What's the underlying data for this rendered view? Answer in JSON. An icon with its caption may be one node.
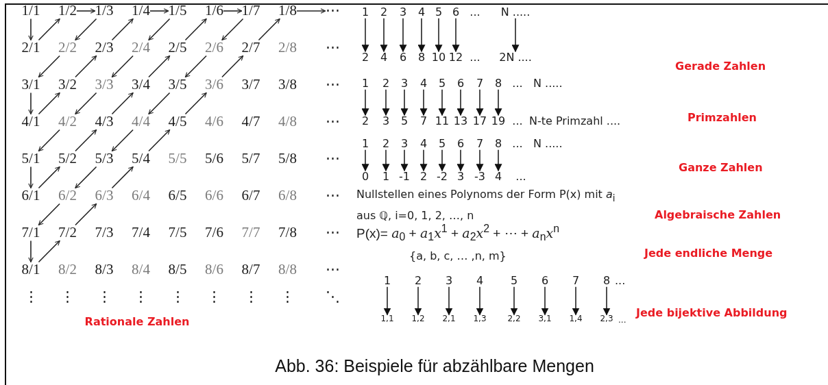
{
  "diagram": {
    "caption": "Abb. 36: Beispiele für abzählbare Mengen",
    "nodes": [
      {
        "text": [
          "1/1"
        ]
      },
      {
        "text": [
          "1/2"
        ]
      },
      {
        "text": [
          "1/3"
        ]
      },
      {
        "text": [
          "1/4"
        ]
      },
      {
        "text": [
          "1/5"
        ]
      },
      {
        "text": [
          "1/6"
        ]
      },
      {
        "text": [
          "1/7"
        ]
      },
      {
        "text": [
          "1/8"
        ]
      },
      {
        "text": [
          "2/1"
        ]
      },
      {
        "text": [
          "2/2"
        ]
      },
      {
        "text": [
          "2/3"
        ]
      },
      {
        "text": [
          "2/4"
        ]
      },
      {
        "text": [
          "2/5"
        ]
      },
      {
        "text": [
          "2/6"
        ]
      },
      {
        "text": [
          "2/7"
        ]
      },
      {
        "text": [
          "2/8"
        ]
      },
      {
        "text": [
          "3/1"
        ]
      },
      {
        "text": [
          "3/2"
        ]
      },
      {
        "text": [
          "3/3"
        ]
      },
      {
        "text": [
          "3/4"
        ]
      },
      {
        "text": [
          "3/5"
        ]
      },
      {
        "text": [
          "3/6"
        ]
      },
      {
        "text": [
          "3/7"
        ]
      },
      {
        "text": [
          "3/8"
        ]
      },
      {
        "text": [
          "4/1"
        ]
      },
      {
        "text": [
          "4/2"
        ]
      },
      {
        "text": [
          "4/3"
        ]
      },
      {
        "text": [
          "4/4"
        ]
      },
      {
        "text": [
          "4/5"
        ]
      },
      {
        "text": [
          "4/6"
        ]
      },
      {
        "text": [
          "4/7"
        ]
      },
      {
        "text": [
          "4/8"
        ]
      },
      {
        "text": [
          "5/1"
        ]
      },
      {
        "text": [
          "5/2"
        ]
      },
      {
        "text": [
          "5/3"
        ]
      },
      {
        "text": [
          "5/4"
        ]
      },
      {
        "text": [
          "5/5"
        ]
      },
      {
        "text": [
          "5/6"
        ]
      },
      {
        "text": [
          "5/7"
        ]
      },
      {
        "text": [
          "5/8"
        ]
      },
      {
        "text": [
          "6/1"
        ]
      },
      {
        "text": [
          "6/2"
        ]
      },
      {
        "text": [
          "6/3"
        ]
      },
      {
        "text": [
          "6/4"
        ]
      },
      {
        "text": [
          "6/5"
        ]
      },
      {
        "text": [
          "6/6"
        ]
      },
      {
        "text": [
          "6/7"
        ]
      },
      {
        "text": [
          "6/8"
        ]
      },
      {
        "text": [
          "7/1"
        ]
      },
      {
        "text": [
          "7/2"
        ]
      },
      {
        "text": [
          "7/3"
        ]
      },
      {
        "text": [
          "7/4"
        ]
      },
      {
        "text": [
          "7/5"
        ]
      },
      {
        "text": [
          "7/6"
        ]
      },
      {
        "text": [
          "7/7"
        ]
      },
      {
        "text": [
          "7/8"
        ]
      },
      {
        "text": [
          "8/1"
        ]
      },
      {
        "text": [
          "8/2"
        ]
      },
      {
        "text": [
          "8/3"
        ]
      },
      {
        "text": [
          "8/4"
        ]
      },
      {
        "text": [
          "8/5"
        ]
      },
      {
        "text": [
          "8/6"
        ]
      },
      {
        "text": [
          "8/7"
        ]
      },
      {
        "text": [
          "8/8"
        ]
      },
      {
        "text": [
          "⋯"
        ]
      },
      {
        "text": [
          "1"
        ]
      },
      {
        "text": [
          "2"
        ]
      },
      {
        "text": [
          "3"
        ]
      },
      {
        "text": [
          "4"
        ]
      },
      {
        "text": [
          "5"
        ]
      },
      {
        "text": [
          "6"
        ]
      },
      {
        "text": [
          "N ....."
        ]
      },
      {
        "text": [
          "2"
        ]
      },
      {
        "text": [
          "4"
        ]
      },
      {
        "text": [
          "6"
        ]
      },
      {
        "text": [
          "8"
        ]
      },
      {
        "text": [
          "10"
        ]
      },
      {
        "text": [
          "12"
        ]
      },
      {
        "text": [
          "2N ...."
        ]
      },
      {
        "text": [
          "1"
        ]
      },
      {
        "text": [
          "2"
        ]
      },
      {
        "text": [
          "3"
        ]
      },
      {
        "text": [
          "4"
        ]
      },
      {
        "text": [
          "5"
        ]
      },
      {
        "text": [
          "6"
        ]
      },
      {
        "text": [
          "7"
        ]
      },
      {
        "text": [
          "8"
        ]
      },
      {
        "text": [
          "2"
        ]
      },
      {
        "text": [
          "3"
        ]
      },
      {
        "text": [
          "5"
        ]
      },
      {
        "text": [
          "7"
        ]
      },
      {
        "text": [
          "11"
        ]
      },
      {
        "text": [
          "13"
        ]
      },
      {
        "text": [
          "17"
        ]
      },
      {
        "text": [
          "19"
        ]
      },
      {
        "text": [
          "1"
        ]
      },
      {
        "text": [
          "2"
        ]
      },
      {
        "text": [
          "3"
        ]
      },
      {
        "text": [
          "4"
        ]
      },
      {
        "text": [
          "5"
        ]
      },
      {
        "text": [
          "6"
        ]
      },
      {
        "text": [
          "7"
        ]
      },
      {
        "text": [
          "8"
        ]
      },
      {
        "text": [
          "0"
        ]
      },
      {
        "text": [
          "1"
        ]
      },
      {
        "text": [
          "-1"
        ]
      },
      {
        "text": [
          "2"
        ]
      },
      {
        "text": [
          "-2"
        ]
      },
      {
        "text": [
          "3"
        ]
      },
      {
        "text": [
          "-3"
        ]
      },
      {
        "text": [
          "4"
        ]
      },
      {
        "text": [
          "1"
        ]
      },
      {
        "text": [
          "2"
        ]
      },
      {
        "text": [
          "3"
        ]
      },
      {
        "text": [
          "4"
        ]
      },
      {
        "text": [
          "5"
        ]
      },
      {
        "text": [
          "6"
        ]
      },
      {
        "text": [
          "7"
        ]
      },
      {
        "text": [
          "8"
        ]
      },
      {
        "text": [
          "1,1"
        ]
      },
      {
        "text": [
          "1,2"
        ]
      },
      {
        "text": [
          "2,1"
        ]
      },
      {
        "text": [
          "1,3"
        ]
      },
      {
        "text": [
          "2,2"
        ]
      },
      {
        "text": [
          "3,1"
        ]
      },
      {
        "text": [
          "1,4"
        ]
      },
      {
        "text": [
          "2,3"
        ]
      }
    ],
    "edges": [
      {
        "from": 0,
        "to": 8,
        "arrow": "to"
      },
      {
        "from": 8,
        "to": 1,
        "arrow": "to"
      },
      {
        "from": 1,
        "to": 2,
        "arrow": "to"
      },
      {
        "from": 2,
        "to": 9,
        "arrow": "to"
      },
      {
        "from": 9,
        "to": 16,
        "arrow": "to"
      },
      {
        "from": 16,
        "to": 24,
        "arrow": "to"
      },
      {
        "from": 24,
        "to": 17,
        "arrow": "to"
      },
      {
        "from": 17,
        "to": 10,
        "arrow": "to"
      },
      {
        "from": 10,
        "to": 3,
        "arrow": "to"
      },
      {
        "from": 3,
        "to": 4,
        "arrow": "to"
      },
      {
        "from": 4,
        "to": 11,
        "arrow": "to"
      },
      {
        "from": 11,
        "to": 18,
        "arrow": "to"
      },
      {
        "from": 18,
        "to": 25,
        "arrow": "to"
      },
      {
        "from": 25,
        "to": 32,
        "arrow": "to"
      },
      {
        "from": 32,
        "to": 40,
        "arrow": "to"
      },
      {
        "from": 40,
        "to": 33,
        "arrow": "to"
      },
      {
        "from": 33,
        "to": 26,
        "arrow": "to"
      },
      {
        "from": 26,
        "to": 19,
        "arrow": "to"
      },
      {
        "from": 19,
        "to": 12,
        "arrow": "to"
      },
      {
        "from": 12,
        "to": 5,
        "arrow": "to"
      },
      {
        "from": 5,
        "to": 6,
        "arrow": "to"
      },
      {
        "from": 6,
        "to": 13,
        "arrow": "to"
      },
      {
        "from": 13,
        "to": 20,
        "arrow": "to"
      },
      {
        "from": 20,
        "to": 27,
        "arrow": "to"
      },
      {
        "from": 27,
        "to": 34,
        "arrow": "to"
      },
      {
        "from": 34,
        "to": 41,
        "arrow": "to"
      },
      {
        "from": 41,
        "to": 48,
        "arrow": "to"
      },
      {
        "from": 48,
        "to": 56,
        "arrow": "to"
      },
      {
        "from": 56,
        "to": 49,
        "arrow": "to"
      },
      {
        "from": 49,
        "to": 42,
        "arrow": "to"
      },
      {
        "from": 42,
        "to": 35,
        "arrow": "to"
      },
      {
        "from": 35,
        "to": 28,
        "arrow": "to"
      },
      {
        "from": 28,
        "to": 21,
        "arrow": "to"
      },
      {
        "from": 21,
        "to": 14,
        "arrow": "to"
      },
      {
        "from": 14,
        "to": 7,
        "arrow": "to"
      },
      {
        "from": 7,
        "to": 64,
        "arrow": "to"
      },
      {
        "from": 65,
        "to": 72,
        "arrow": "to"
      },
      {
        "from": 66,
        "to": 73,
        "arrow": "to"
      },
      {
        "from": 67,
        "to": 74,
        "arrow": "to"
      },
      {
        "from": 68,
        "to": 75,
        "arrow": "to"
      },
      {
        "from": 69,
        "to": 76,
        "arrow": "to"
      },
      {
        "from": 70,
        "to": 77,
        "arrow": "to"
      },
      {
        "from": 71,
        "to": 78,
        "arrow": "to"
      },
      {
        "from": 79,
        "to": 87,
        "arrow": "to"
      },
      {
        "from": 80,
        "to": 88,
        "arrow": "to"
      },
      {
        "from": 81,
        "to": 89,
        "arrow": "to"
      },
      {
        "from": 82,
        "to": 90,
        "arrow": "to"
      },
      {
        "from": 83,
        "to": 91,
        "arrow": "to"
      },
      {
        "from": 84,
        "to": 92,
        "arrow": "to"
      },
      {
        "from": 85,
        "to": 93,
        "arrow": "to"
      },
      {
        "from": 86,
        "to": 94,
        "arrow": "to"
      },
      {
        "from": 95,
        "to": 103,
        "arrow": "to"
      },
      {
        "from": 96,
        "to": 104,
        "arrow": "to"
      },
      {
        "from": 97,
        "to": 105,
        "arrow": "to"
      },
      {
        "from": 98,
        "to": 106,
        "arrow": "to"
      },
      {
        "from": 99,
        "to": 107,
        "arrow": "to"
      },
      {
        "from": 100,
        "to": 108,
        "arrow": "to"
      },
      {
        "from": 101,
        "to": 109,
        "arrow": "to"
      },
      {
        "from": 102,
        "to": 110,
        "arrow": "to"
      },
      {
        "from": 111,
        "to": 119,
        "arrow": "to"
      },
      {
        "from": 112,
        "to": 120,
        "arrow": "to"
      },
      {
        "from": 113,
        "to": 121,
        "arrow": "to"
      },
      {
        "from": 114,
        "to": 122,
        "arrow": "to"
      },
      {
        "from": 115,
        "to": 123,
        "arrow": "to"
      },
      {
        "from": 116,
        "to": 124,
        "arrow": "to"
      },
      {
        "from": 117,
        "to": 125,
        "arrow": "to"
      },
      {
        "from": 118,
        "to": 126,
        "arrow": "to"
      }
    ],
    "labels": [
      "⋯",
      "⋯",
      "⋯",
      "⋯",
      "⋯",
      "⋯",
      "⋯",
      "⋮",
      "⋮",
      "⋮",
      "⋮",
      "⋮",
      "⋮",
      "⋮",
      "⋮",
      "⋱",
      "Rationale Zahlen",
      "...",
      "...",
      "Gerade Zahlen",
      "...",
      "N .....",
      "...",
      "N-te Primzahl ....",
      "Primzahlen",
      "...",
      "N .....",
      "...",
      "Ganze Zahlen",
      "Nullstellen eines Polynoms der Form P(x) mit *a*$_{i}$ aus ℚ, i=0, 1, 2, …, n",
      "P(x)= *a*$_{0}$ + *a*$_{1}$*x*$^{1}$ + *a*$_{2}$*x*$^{2}$ + ⋯ + *a*$_{n}$*x*$^{n}$",
      "Algebraische Zahlen",
      "{a, b, c, … ,n, m}",
      "Jede endliche Menge",
      "...",
      "...",
      "Jede bijektive Abbildung"
    ]
  }
}
